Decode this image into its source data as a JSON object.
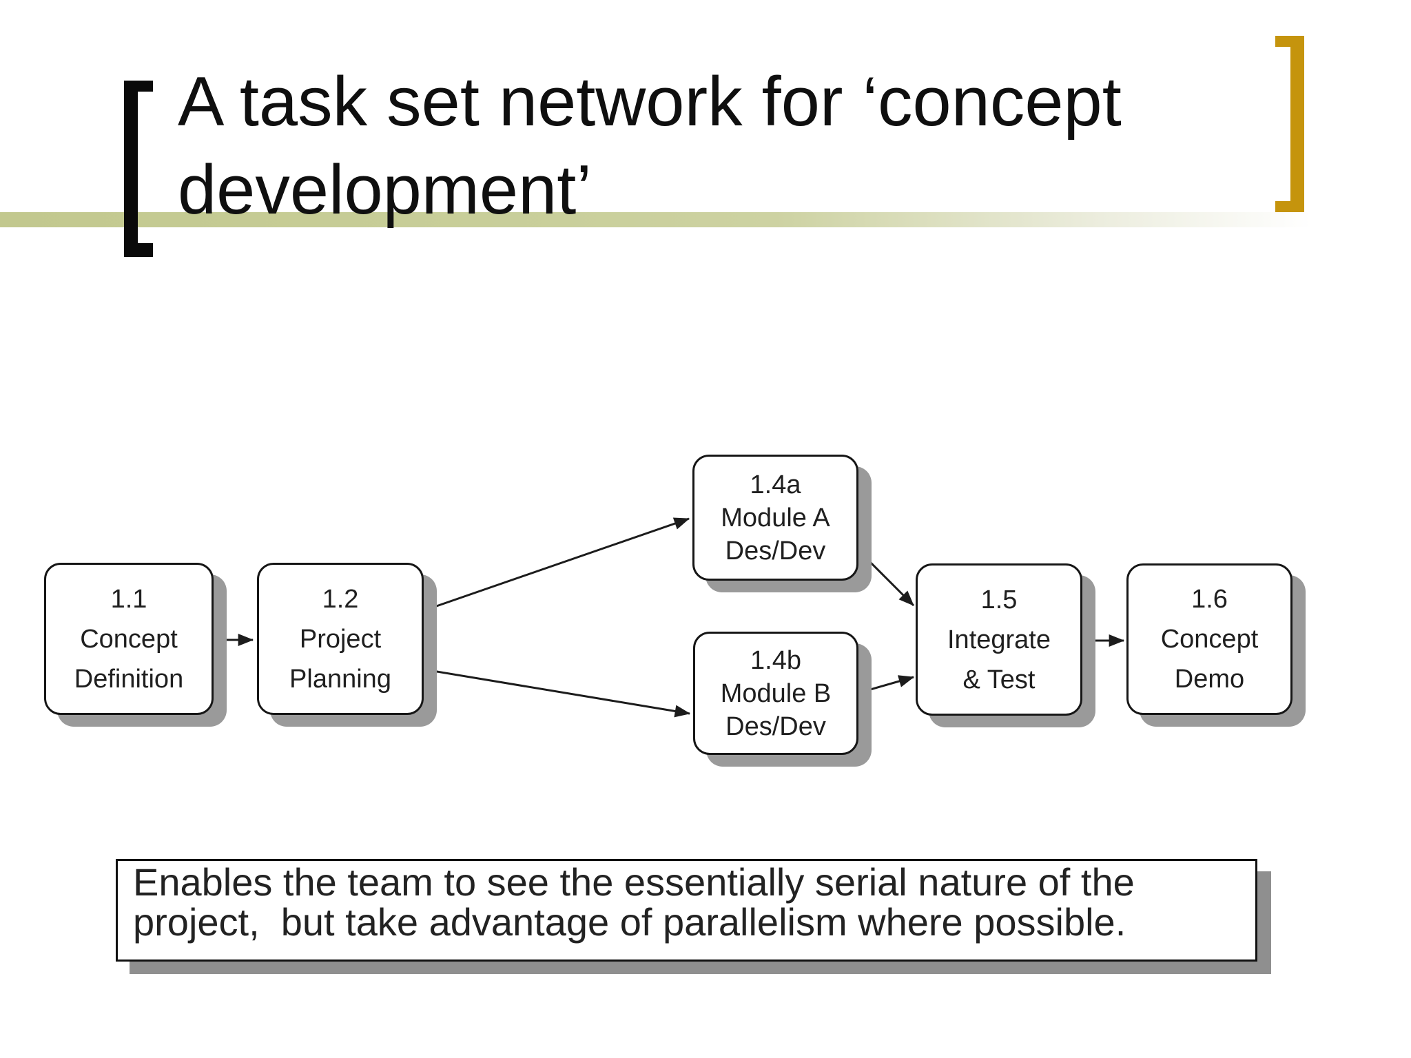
{
  "slide": {
    "title": "A task set network for ‘concept development’",
    "note": "Enables the team to see the essentially serial nature of the\nproject,  but take advantage of parallelism where possible."
  },
  "diagram": {
    "boxes": [
      {
        "id": "1.1",
        "label": "1.1\nConcept\nDefinition"
      },
      {
        "id": "1.2",
        "label": "1.2\nProject\nPlanning"
      },
      {
        "id": "1.4a",
        "label": "1.4a\nModule A\nDes/Dev"
      },
      {
        "id": "1.4b",
        "label": "1.4b\nModule B\nDes/Dev"
      },
      {
        "id": "1.5",
        "label": "1.5\nIntegrate\n& Test"
      },
      {
        "id": "1.6",
        "label": "1.6\nConcept\nDemo"
      }
    ],
    "edges": [
      "1.1 to 1.2",
      "1.2 to 1.4a",
      "1.2 to 1.4b",
      "1.4a to 1.5",
      "1.4b to 1.5",
      "1.5 to 1.6"
    ]
  },
  "colors": {
    "background": "#ffffff",
    "band_olive": "#c2c88e",
    "bracket_black": "#0a0a0a",
    "bracket_gold": "#c5940d",
    "box_border": "#161616",
    "shadow_gray": "#9a9a9a",
    "text": "#1f1f1f"
  }
}
